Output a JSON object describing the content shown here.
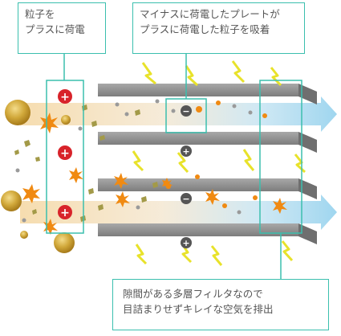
{
  "callouts": {
    "charge": {
      "line1": "粒子を",
      "line2": "プラスに荷電"
    },
    "attract": {
      "line1": "マイナスに荷電したプレートが",
      "line2": "プラスに荷電した粒子を吸着"
    },
    "filter": {
      "line1": "隙間がある多層フィルタなので",
      "line2": "目詰まりせずキレイな空気を排出"
    }
  },
  "symbols": {
    "plus": "+",
    "minus": "−"
  },
  "colors": {
    "accent_teal": "#3bbfae",
    "plate_gray": "#8f8f8f",
    "plate_light": "#c9c9c9",
    "lightning": "#e8e22a",
    "charge_red": "#d8232a",
    "particle_gold": "#c9a227",
    "particle_orange": "#f08a12",
    "air_arrow": "#9fd6ef"
  },
  "icons": [
    "plus-charge-icon",
    "minus-charge-icon",
    "lightning-icon",
    "airflow-arrow-icon"
  ]
}
